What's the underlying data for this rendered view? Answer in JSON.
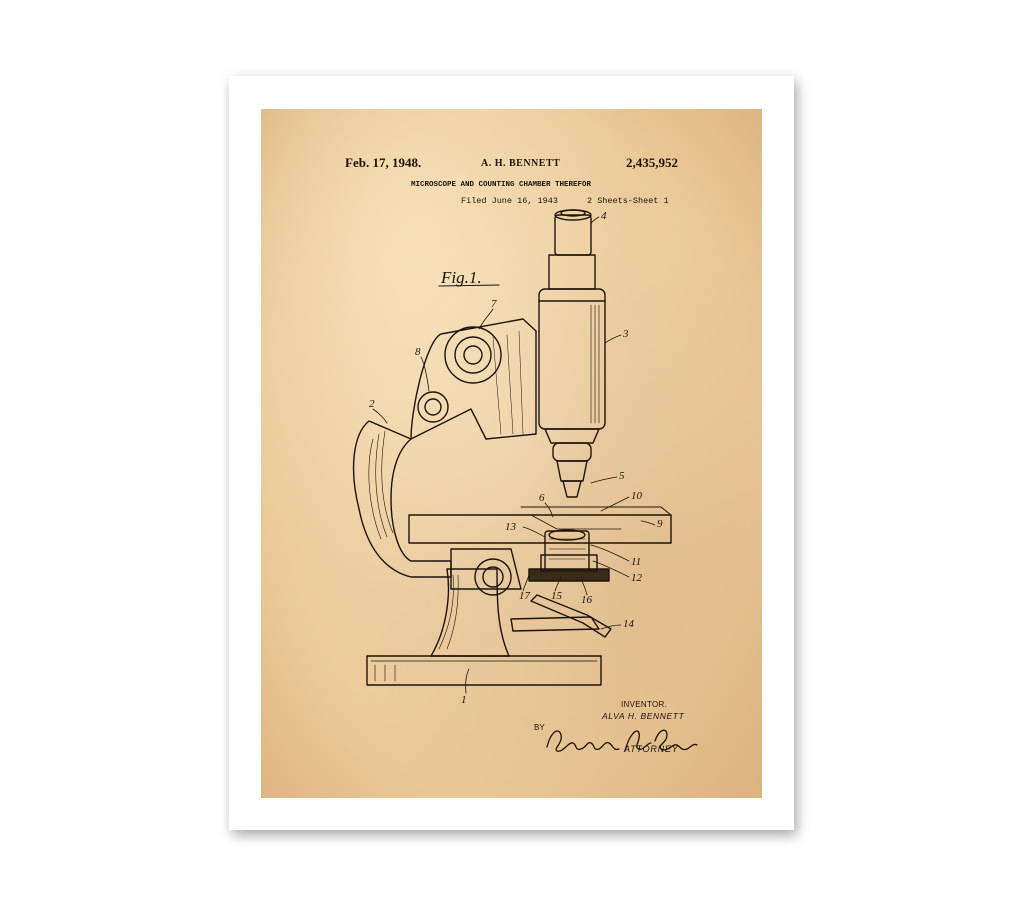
{
  "patent": {
    "date": "Feb. 17, 1948.",
    "inventor_header": "A. H. BENNETT",
    "patent_number": "2,435,952",
    "title": "MICROSCOPE AND COUNTING CHAMBER THEREFOR",
    "filed": "Filed June 16, 1943",
    "sheets": "2 Sheets-Sheet 1"
  },
  "figure": {
    "label": "Fig.1.",
    "callouts": [
      "1",
      "2",
      "3",
      "4",
      "5",
      "6",
      "7",
      "8",
      "9",
      "10",
      "11",
      "12",
      "13",
      "14",
      "15",
      "16",
      "17"
    ]
  },
  "signature_block": {
    "inventor_label": "INVENTOR.",
    "inventor_name": "ALVA H. BENNETT",
    "by": "BY",
    "signature": "Raymond A. Paquin",
    "attorney_label": "ATTORNEY"
  },
  "colors": {
    "parchment": "#ebc999",
    "ink": "#1c140c",
    "frame": "#ffffff"
  }
}
